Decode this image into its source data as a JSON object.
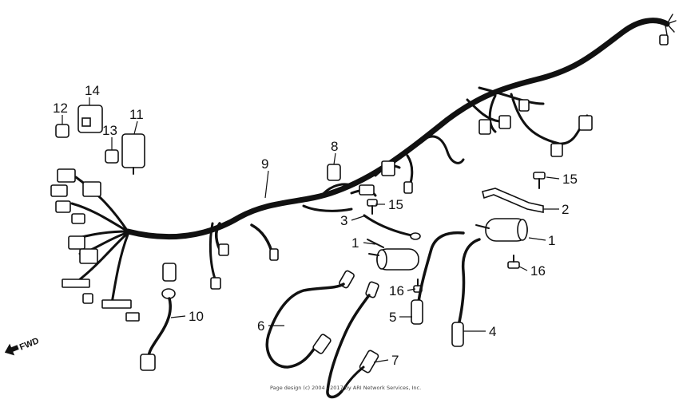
{
  "callouts": {
    "c1a": "1",
    "c1b": "1",
    "c2": "2",
    "c3": "3",
    "c4": "4",
    "c5": "5",
    "c6": "6",
    "c7": "7",
    "c8": "8",
    "c9": "9",
    "c10": "10",
    "c11": "11",
    "c12": "12",
    "c13": "13",
    "c14": "14",
    "c15a": "15",
    "c15b": "15",
    "c16a": "16",
    "c16b": "16"
  },
  "direction_label": "FWD",
  "footer_text": "Page design (c) 2004 - 2017 by ARI Network Services, Inc."
}
